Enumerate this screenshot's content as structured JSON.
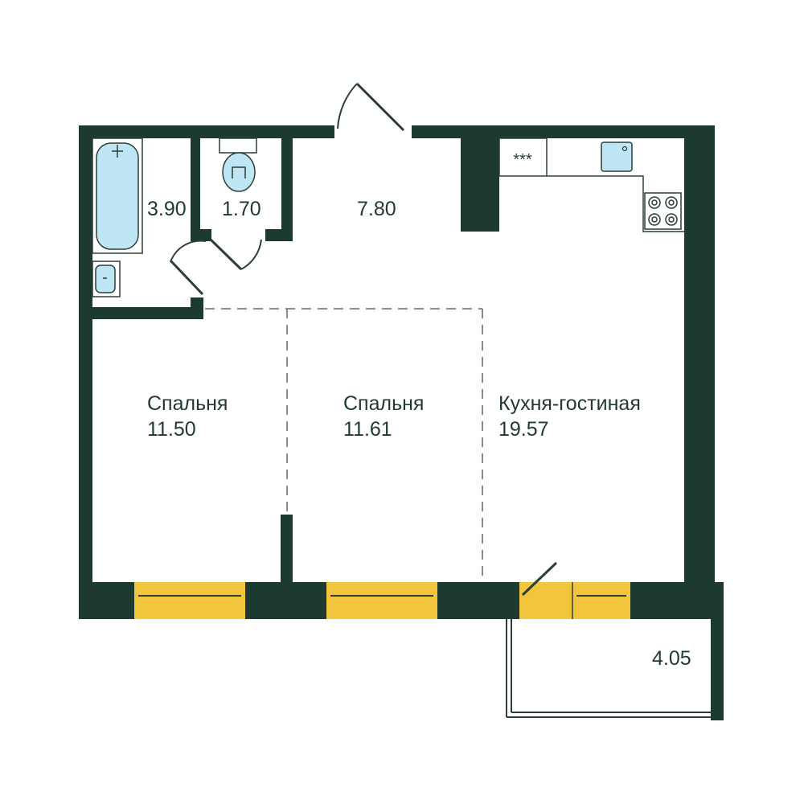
{
  "colors": {
    "wall": "#1d3a30",
    "window": "#f2c53c",
    "line": "#2a3f38",
    "fixture": "#bfe6f4",
    "text": "#1f3a31"
  },
  "rooms": {
    "bathroom": {
      "name": "",
      "area": "3.90"
    },
    "toilet": {
      "name": "",
      "area": "1.70"
    },
    "hallway": {
      "name": "",
      "area": "7.80"
    },
    "bedroom1": {
      "name": "Спальня",
      "area": "11.50"
    },
    "bedroom2": {
      "name": "Спальня",
      "area": "11.61"
    },
    "kitchen_living": {
      "name": "Кухня-гостиная",
      "area": "19.57"
    },
    "balcony": {
      "name": "",
      "area": "4.05"
    }
  },
  "fixtures": {
    "stove_icon": "stove-icon",
    "sink_icon": "kitchen-sink-icon",
    "bathtub_icon": "bathtub-icon",
    "toilet_icon": "toilet-icon",
    "washbasin_icon": "washbasin-icon",
    "counter_mark": "***"
  }
}
